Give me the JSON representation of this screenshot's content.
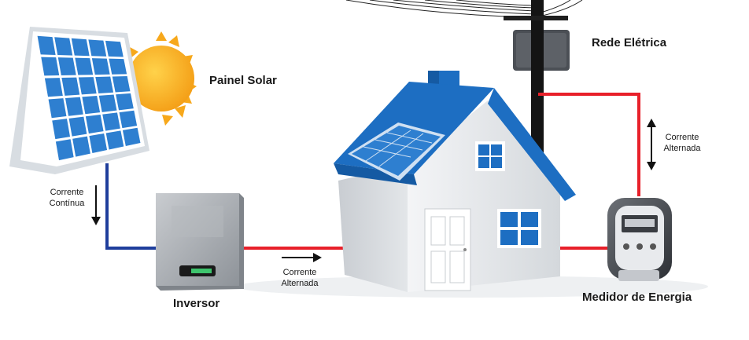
{
  "labels": {
    "solar_panel": "Painel Solar",
    "grid": "Rede Elétrica",
    "inverter": "Inversor",
    "meter": "Medidor de Energia",
    "dc_current_line1": "Corrente",
    "dc_current_line2": "Contínua",
    "ac_current_left_line1": "Corrente",
    "ac_current_left_line2": "Alternada",
    "ac_current_right_line1": "Corrente",
    "ac_current_right_line2": "Alternada"
  },
  "colors": {
    "dc_wire": "#1f3e9c",
    "ac_wire": "#e8202a",
    "roof": "#1d6ec2",
    "house_wall": "#eceef0",
    "sun": "#f7a81b",
    "panel_cell": "#2e7fd0"
  }
}
